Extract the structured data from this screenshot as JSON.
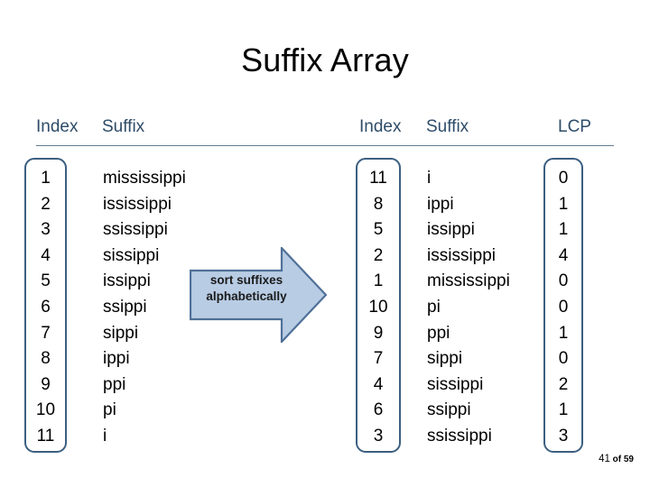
{
  "slide": {
    "title": "Suffix Array",
    "page_number": {
      "current": "41",
      "separator": " of ",
      "total": "59",
      "full": "41 of 59"
    }
  },
  "colors": {
    "header_text": "#2E4C68",
    "rule": "#5F7D96",
    "box_border": "#3C5F81",
    "arrow_fill": "#B8CCE4",
    "arrow_border": "#4F7098",
    "body_text": "#000000"
  },
  "left_table": {
    "headers": {
      "index": "Index",
      "suffix": "Suffix"
    },
    "rows": [
      {
        "index": "1",
        "suffix": "mississippi"
      },
      {
        "index": "2",
        "suffix": "ississippi"
      },
      {
        "index": "3",
        "suffix": "ssissippi"
      },
      {
        "index": "4",
        "suffix": "sissippi"
      },
      {
        "index": "5",
        "suffix": "issippi"
      },
      {
        "index": "6",
        "suffix": "ssippi"
      },
      {
        "index": "7",
        "suffix": "sippi"
      },
      {
        "index": "8",
        "suffix": "ippi"
      },
      {
        "index": "9",
        "suffix": "ppi"
      },
      {
        "index": "10",
        "suffix": "pi"
      },
      {
        "index": "11",
        "suffix": "i"
      }
    ]
  },
  "arrow": {
    "label_line1": "sort  suffixes",
    "label_line2": "alphabetically"
  },
  "right_table": {
    "headers": {
      "index": "Index",
      "suffix": "Suffix",
      "lcp": "LCP"
    },
    "rows": [
      {
        "index": "11",
        "suffix": "i",
        "lcp": "0"
      },
      {
        "index": "8",
        "suffix": "ippi",
        "lcp": "1"
      },
      {
        "index": "5",
        "suffix": "issippi",
        "lcp": "1"
      },
      {
        "index": "2",
        "suffix": "ississippi",
        "lcp": "4"
      },
      {
        "index": "1",
        "suffix": "mississippi",
        "lcp": "0"
      },
      {
        "index": "10",
        "suffix": "pi",
        "lcp": "0"
      },
      {
        "index": "9",
        "suffix": "ppi",
        "lcp": "1"
      },
      {
        "index": "7",
        "suffix": "sippi",
        "lcp": "0"
      },
      {
        "index": "4",
        "suffix": "sissippi",
        "lcp": "2"
      },
      {
        "index": "6",
        "suffix": "ssippi",
        "lcp": "1"
      },
      {
        "index": "3",
        "suffix": "ssissippi",
        "lcp": "3"
      }
    ]
  }
}
